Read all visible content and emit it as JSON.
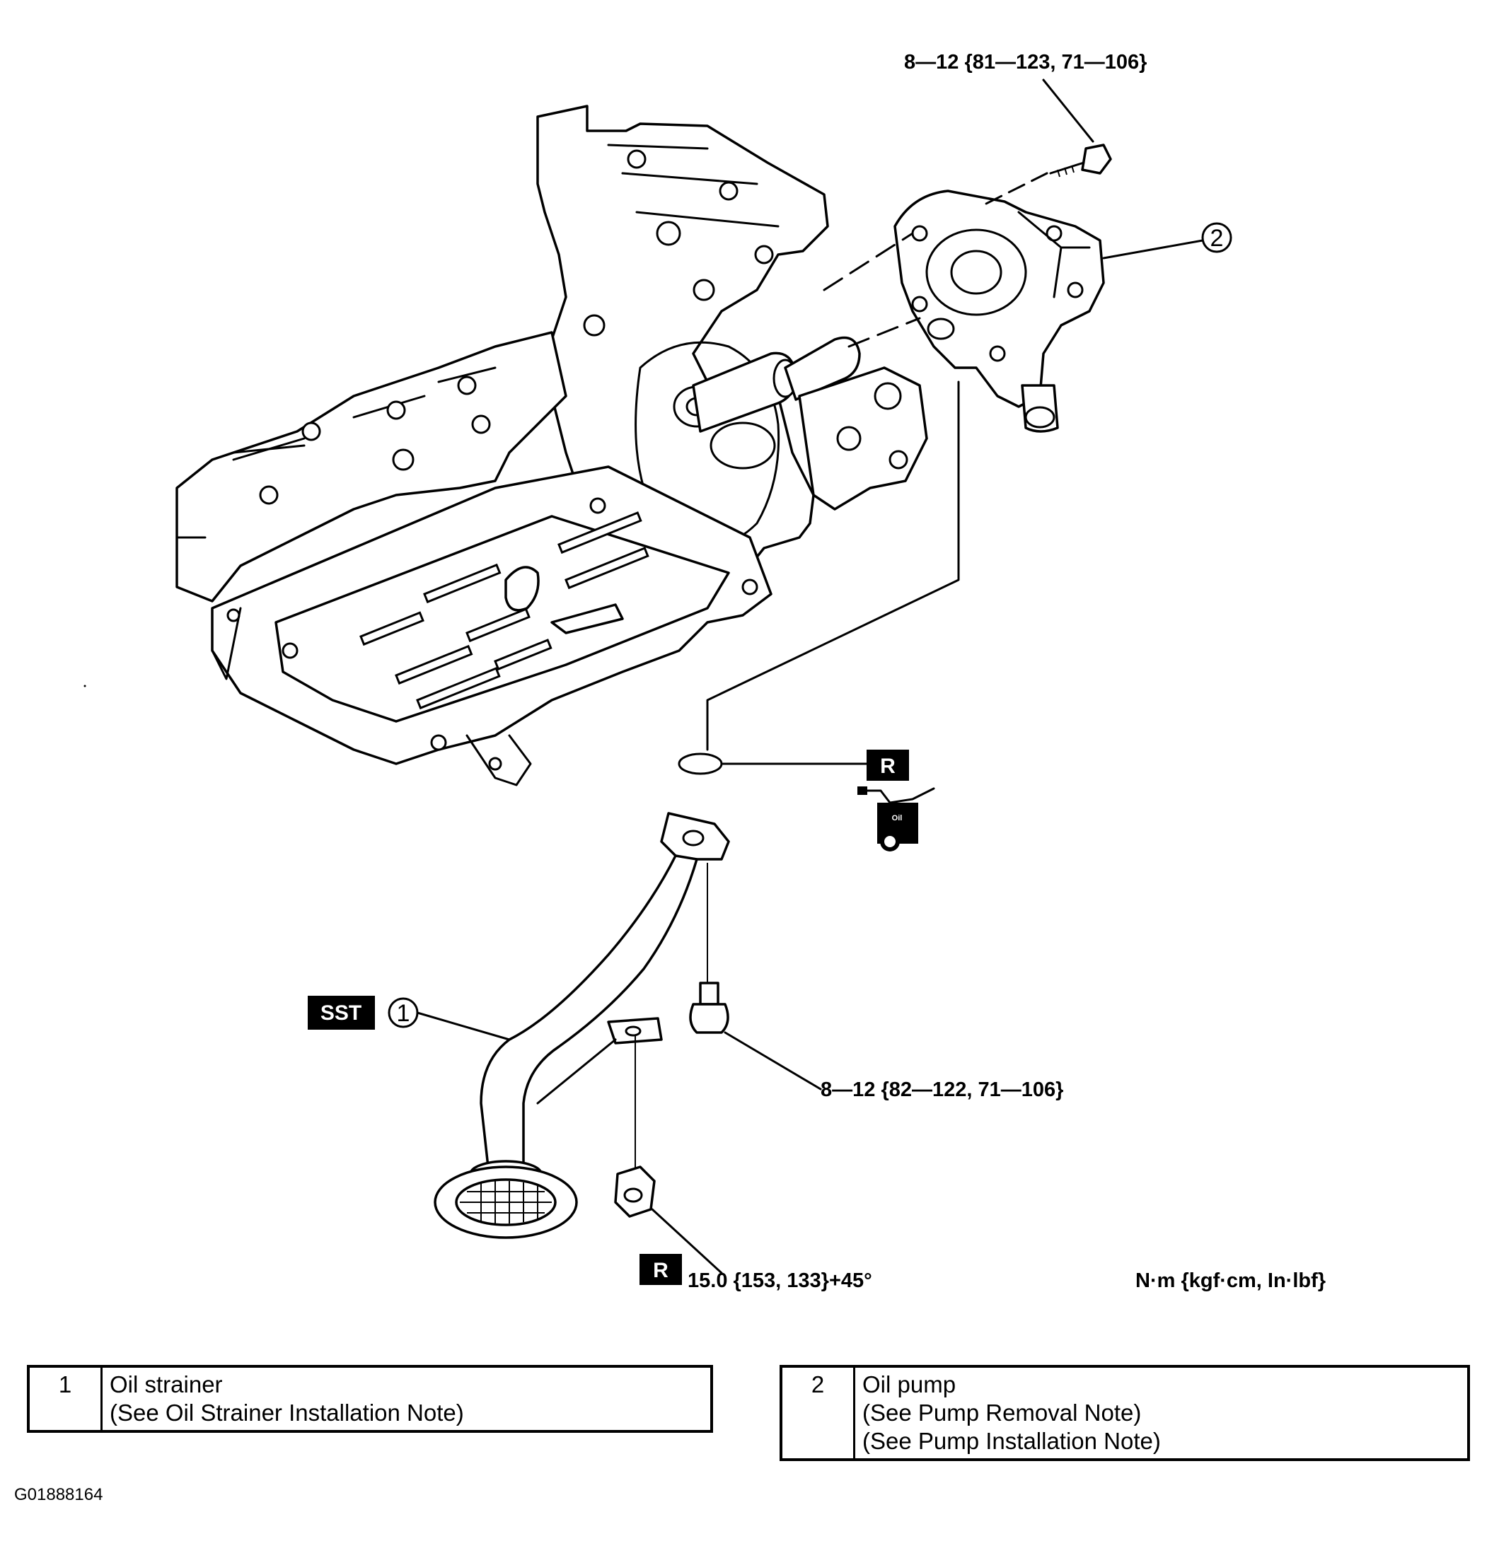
{
  "diagram": {
    "torque_pump_bolt": "8—12 {81—123, 71—106}",
    "torque_strainer_bolt": "8—12 {82—122, 71—106}",
    "torque_strainer_nut": "15.0 {153, 133}+45°",
    "units": "N·m {kgf·cm, In·lbf}",
    "badge_replace": "R",
    "badge_sst": "SST",
    "oil_can_label": "Oil",
    "callout_1": "1",
    "callout_2": "2"
  },
  "legend": [
    {
      "number": "1",
      "name": "Oil strainer",
      "notes": [
        "(See Oil Strainer Installation Note)"
      ]
    },
    {
      "number": "2",
      "name": "Oil pump",
      "notes": [
        "(See Pump Removal Note)",
        "(See Pump Installation Note)"
      ]
    }
  ],
  "figure_id": "G01888164"
}
